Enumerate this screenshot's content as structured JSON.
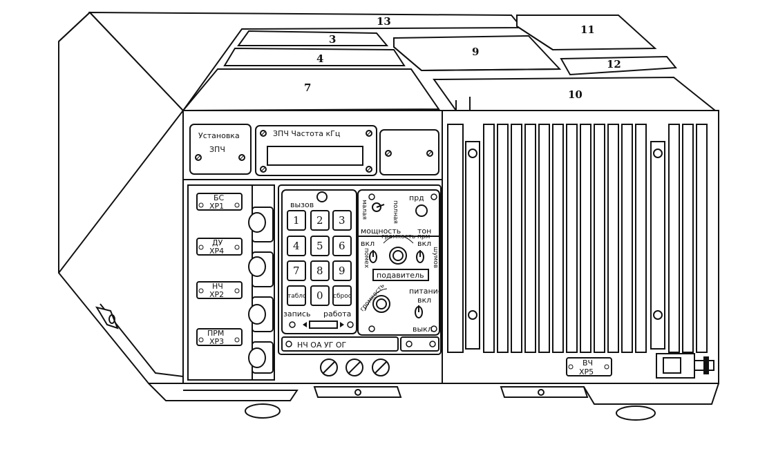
{
  "module_numbers": {
    "n13": "13",
    "n3": "3",
    "n4": "4",
    "n7": "7",
    "n9": "9",
    "n11": "11",
    "n12": "12",
    "n10": "10"
  },
  "top_panel": {
    "setup_title_line1": "Установка",
    "setup_title_line2": "ЗПЧ",
    "freq_title": "ЗПЧ  Частота  кГц"
  },
  "jacks": [
    {
      "line1": "БС",
      "line2": "ХР1"
    },
    {
      "line1": "ДУ",
      "line2": "ХР4"
    },
    {
      "line1": "НЧ",
      "line2": "ХР2"
    },
    {
      "line1": "ПРМ",
      "line2": "ХР3"
    }
  ],
  "keypad": {
    "call_label": "вызов",
    "keys": [
      "1",
      "2",
      "3",
      "4",
      "5",
      "6",
      "7",
      "8",
      "9",
      "табло",
      "0",
      "сброс"
    ],
    "record_label": "запись",
    "work_label": "работа"
  },
  "control_panel": {
    "small_label": "малая",
    "full_label": "полная",
    "prd_label": "прд",
    "power_label": "мощность",
    "tone_label": "тон",
    "vkl_left": "вкл",
    "vkl_right": "вкл",
    "noise_label": "помех",
    "volume_prm_label": "громкость прм",
    "squelch_left": "шумов",
    "suppressor_label": "подавитель",
    "volume_label": "громкость",
    "supply_label": "питание",
    "supply_on": "вкл",
    "supply_off": "выкл"
  },
  "bottom_strip": {
    "left": "НЧ  ОА  УГ   ОГ"
  },
  "hf_jack": {
    "line1": "ВЧ",
    "line2": "ХР5"
  }
}
